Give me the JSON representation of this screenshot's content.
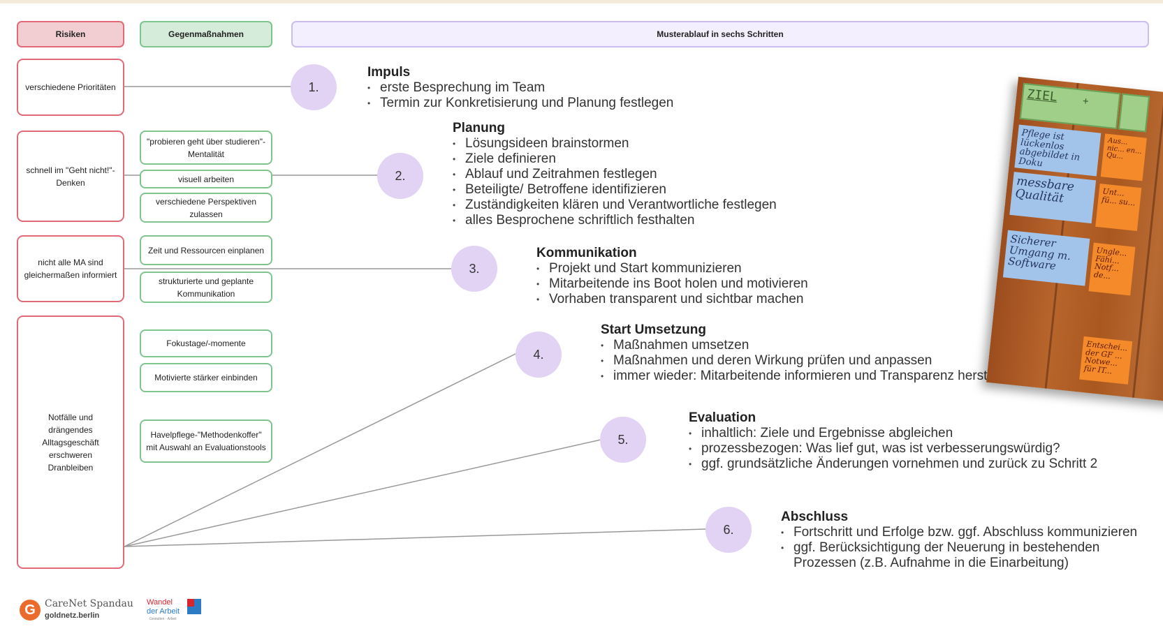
{
  "headers": {
    "risks": "Risiken",
    "countermeasures": "Gegenmaßnahmen",
    "flow": "Musterablauf in sechs Schritten"
  },
  "risks": [
    "verschiedene Prioritäten",
    "schnell im \"Geht nicht!\"-Denken",
    "nicht alle MA sind gleichermaßen informiert",
    "Notfälle und drängendes Alltagsgeschäft erschweren Dranbleiben"
  ],
  "countermeasures": [
    "\"probieren geht über studieren\"-Mentalität",
    "visuell arbeiten",
    "verschiedene Perspektiven zulassen",
    "Zeit und Ressourcen einplanen",
    "strukturierte und geplante Kommunikation",
    "Fokustage/-momente",
    "Motivierte stärker einbinden",
    "Havelpflege-\"Methodenkoffer\" mit Auswahl an Evaluationstools"
  ],
  "steps": [
    {
      "number": "1.",
      "title": "Impuls",
      "items": [
        "erste Besprechung im Team",
        "Termin zur Konkretisierung und Planung festlegen"
      ]
    },
    {
      "number": "2.",
      "title": "Planung",
      "items": [
        "Lösungsideen brainstormen",
        "Ziele definieren",
        "Ablauf und Zeitrahmen festlegen",
        "Beteiligte/ Betroffene identifizieren",
        "Zuständigkeiten klären und Verantwortliche festlegen",
        "alles Besprochene schriftlich festhalten"
      ]
    },
    {
      "number": "3.",
      "title": "Kommunikation",
      "items": [
        "Projekt und Start kommunizieren",
        "Mitarbeitende ins Boot holen und motivieren",
        "Vorhaben transparent und sichtbar machen"
      ]
    },
    {
      "number": "4.",
      "title": "Start Umsetzung",
      "items": [
        "Maßnahmen umsetzen",
        "Maßnahmen und deren Wirkung prüfen und anpassen",
        "immer wieder: Mitarbeitende informieren und Transparenz herstellen"
      ]
    },
    {
      "number": "5.",
      "title": "Evaluation",
      "items": [
        "inhaltlich: Ziele und Ergebnisse abgleichen",
        "prozessbezogen: Was lief gut, was ist verbesserungswürdig?",
        "ggf. grundsätzliche Änderungen vornehmen und zurück zu Schritt 2"
      ]
    },
    {
      "number": "6.",
      "title": "Abschluss",
      "items": [
        "Fortschritt und Erfolge bzw. ggf. Abschluss kommunizieren",
        "ggf. Berücksichtigung der Neuerung in bestehenden Prozessen (z.B. Aufnahme in die Einarbeitung)"
      ]
    }
  ],
  "photo_notes": {
    "header": "ZIEL",
    "plus": "+",
    "note1": "Pflege ist lückenlos abgebildet in Doku",
    "note2": "messbare Qualität",
    "note3": "Sicherer Umgang m. Software",
    "orange1": "Aus... nic... en... Qu...",
    "orange2": "Unt... fü... su...",
    "orange3": "Ungle... Fähi... Notf... de...",
    "orange4": "Entschei... der GF ... Notwe... für IT..."
  },
  "logos": {
    "carenet": "CareNet Spandau",
    "goldnetz": "goldnetz.berlin",
    "g_letter": "G",
    "wandel_line1": "Wandel",
    "wandel_line2": "der Arbeit",
    "wandel_sub": "Gestalten · Arbeit"
  },
  "colors": {
    "risk_border": "#e06b76",
    "risk_fill": "#f2ced3",
    "counter_border": "#7fc48e",
    "counter_fill": "#d6ecdb",
    "flow_fill": "#f3efff",
    "step_circle": "#e2d3f4"
  }
}
